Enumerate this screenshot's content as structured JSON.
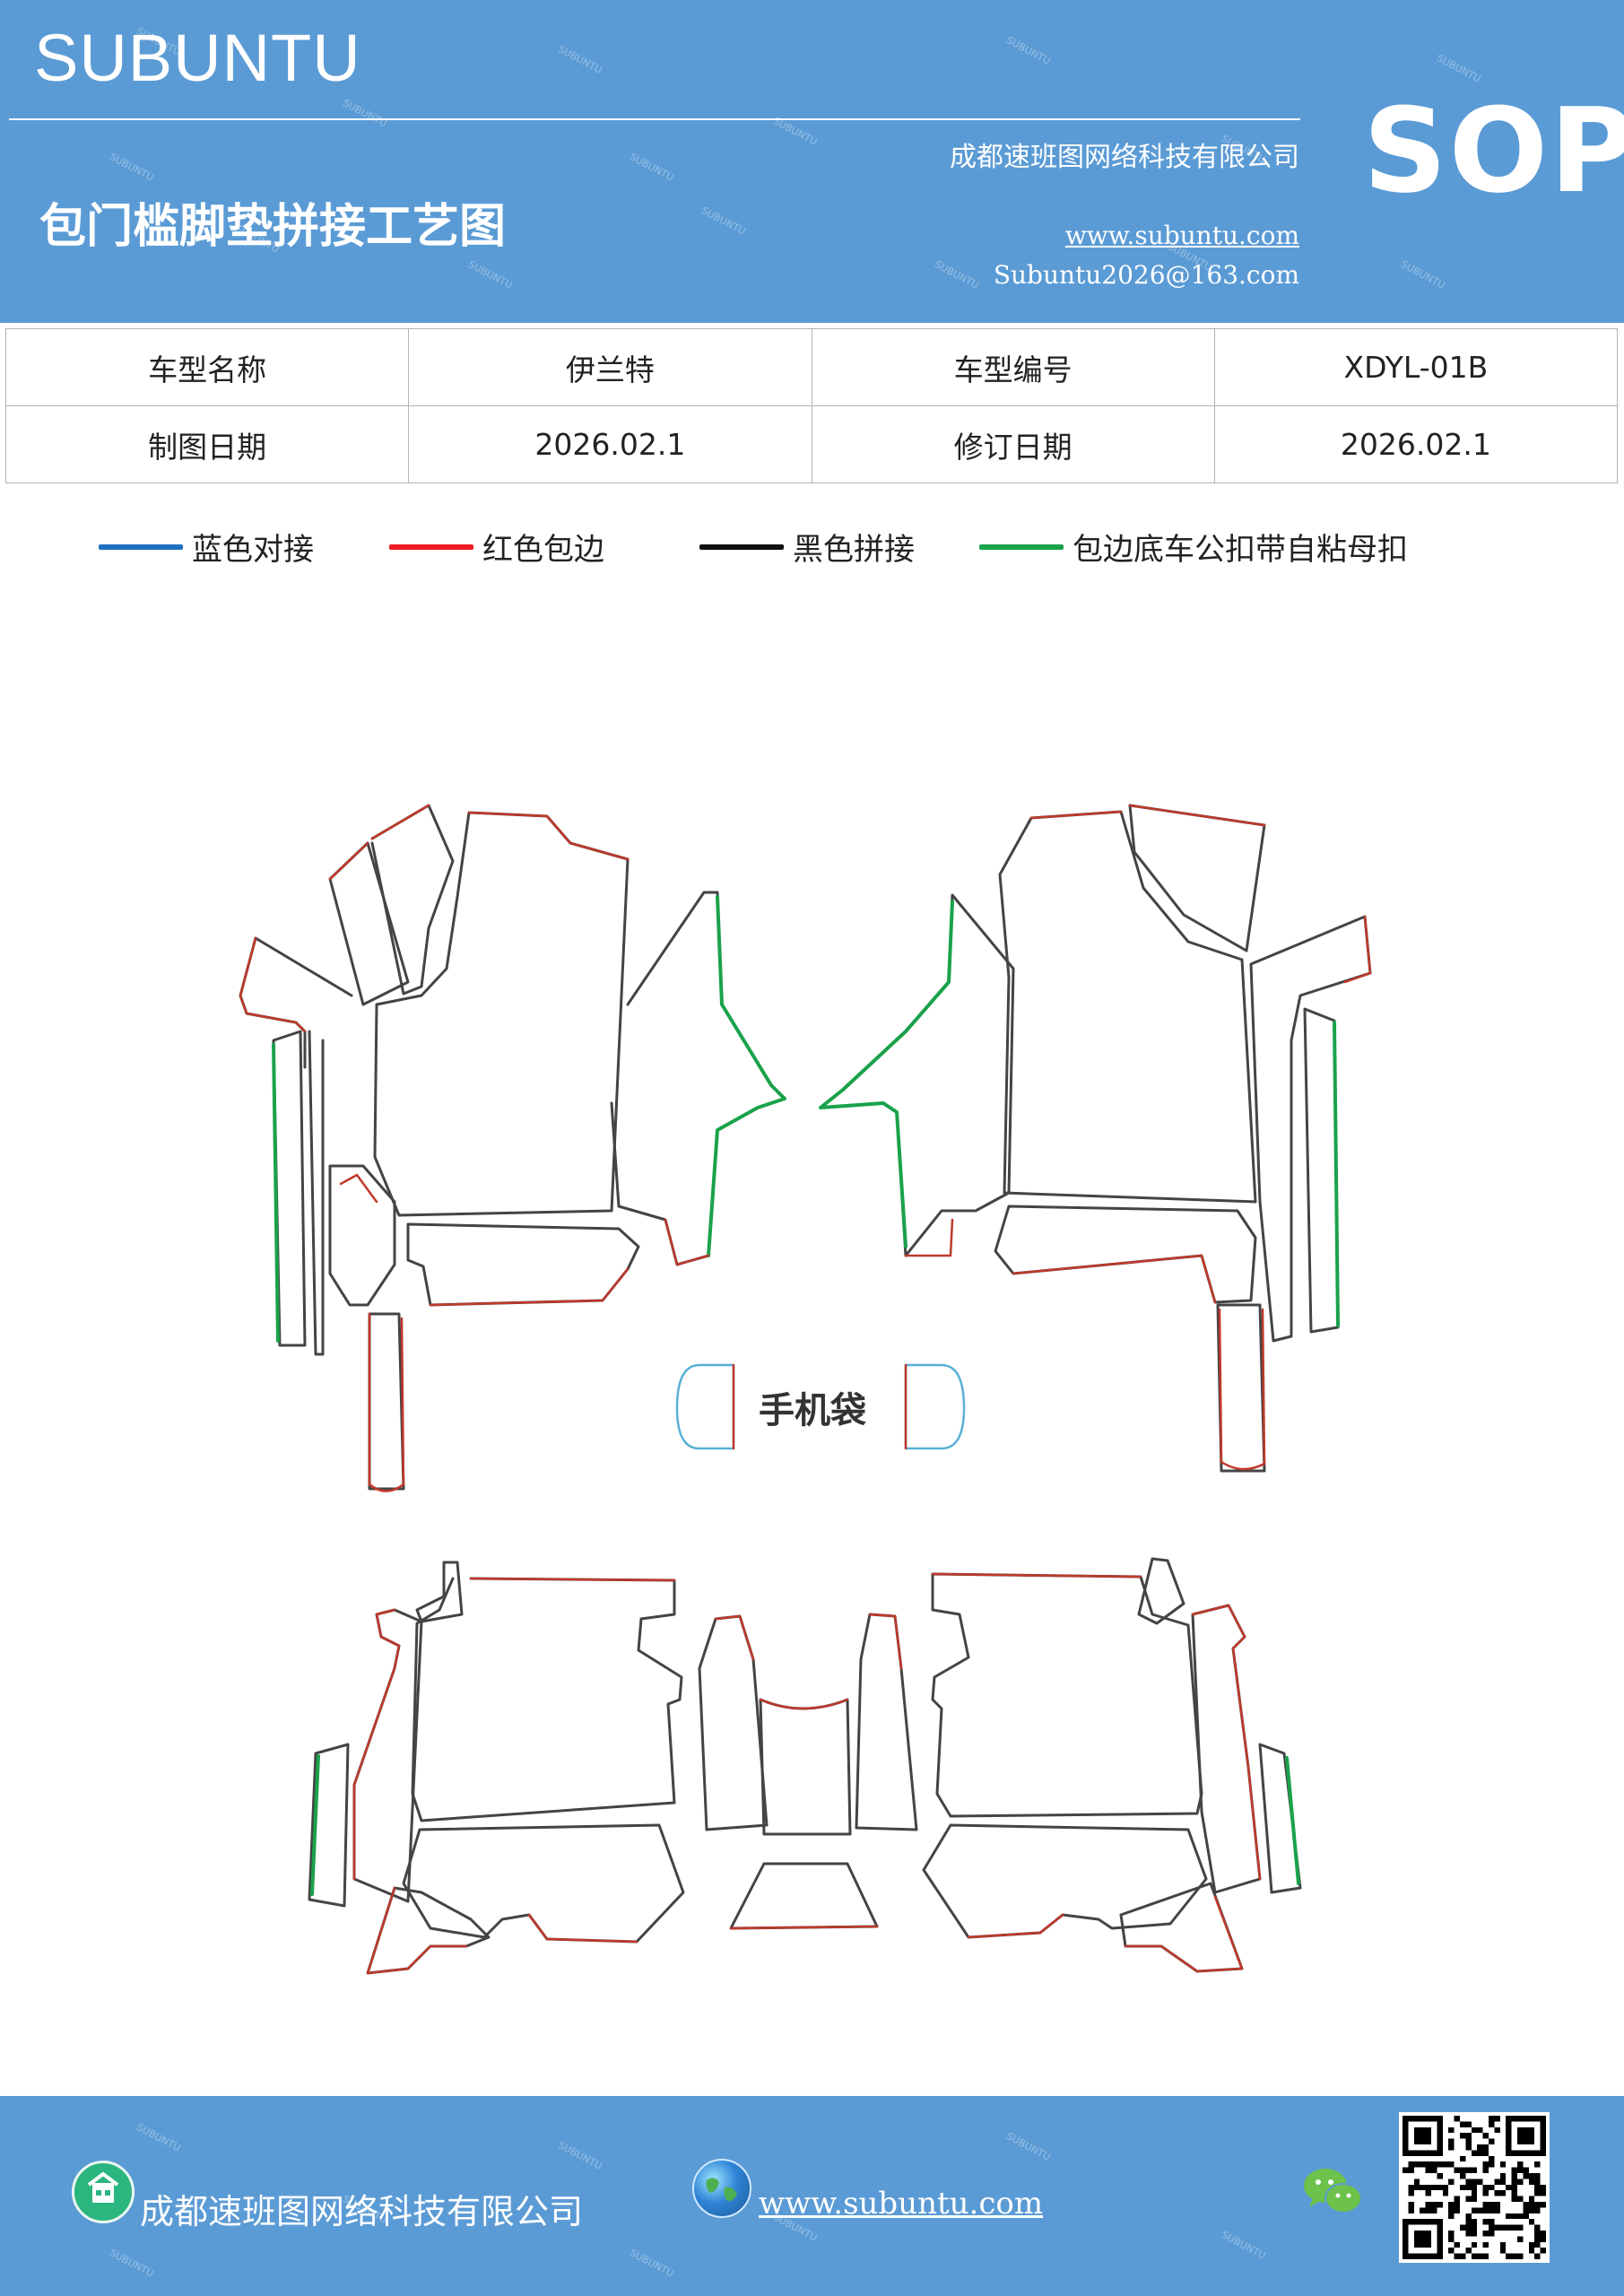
{
  "header": {
    "brand": "SUBUNTU",
    "title": "包门槛脚垫拼接工艺图",
    "company": "成都速班图网络科技有限公司",
    "website": "www.subuntu.com",
    "email": "Subuntu2026@163.com",
    "badge": "SOP"
  },
  "info_table": {
    "rows": [
      [
        {
          "label": "车型名称",
          "value": "伊兰特"
        },
        {
          "label": "车型编号",
          "value": "XDYL-01B"
        }
      ],
      [
        {
          "label": "制图日期",
          "value": "2026.02.1"
        },
        {
          "label": "修订日期",
          "value": "2026.02.1"
        }
      ]
    ]
  },
  "legend": [
    {
      "color": "#1f6fbf",
      "label": "蓝色对接"
    },
    {
      "color": "#ee1c25",
      "label": "红色包边"
    },
    {
      "color": "#111111",
      "label": "黑色拼接"
    },
    {
      "color": "#1aa24a",
      "label": "包边底车公扣带自粘母扣"
    }
  ],
  "diagram": {
    "center_label": "手机袋",
    "colors": {
      "outline": "#444444",
      "edge_red": "#c0392b",
      "edge_green": "#1aa24a",
      "edge_blue": "#5ab0d6"
    }
  },
  "footer": {
    "company": "成都速班图网络科技有限公司",
    "website": "www.subuntu.com"
  },
  "icons": [
    "home-icon",
    "globe-icon",
    "wechat-icon",
    "qr-code"
  ]
}
